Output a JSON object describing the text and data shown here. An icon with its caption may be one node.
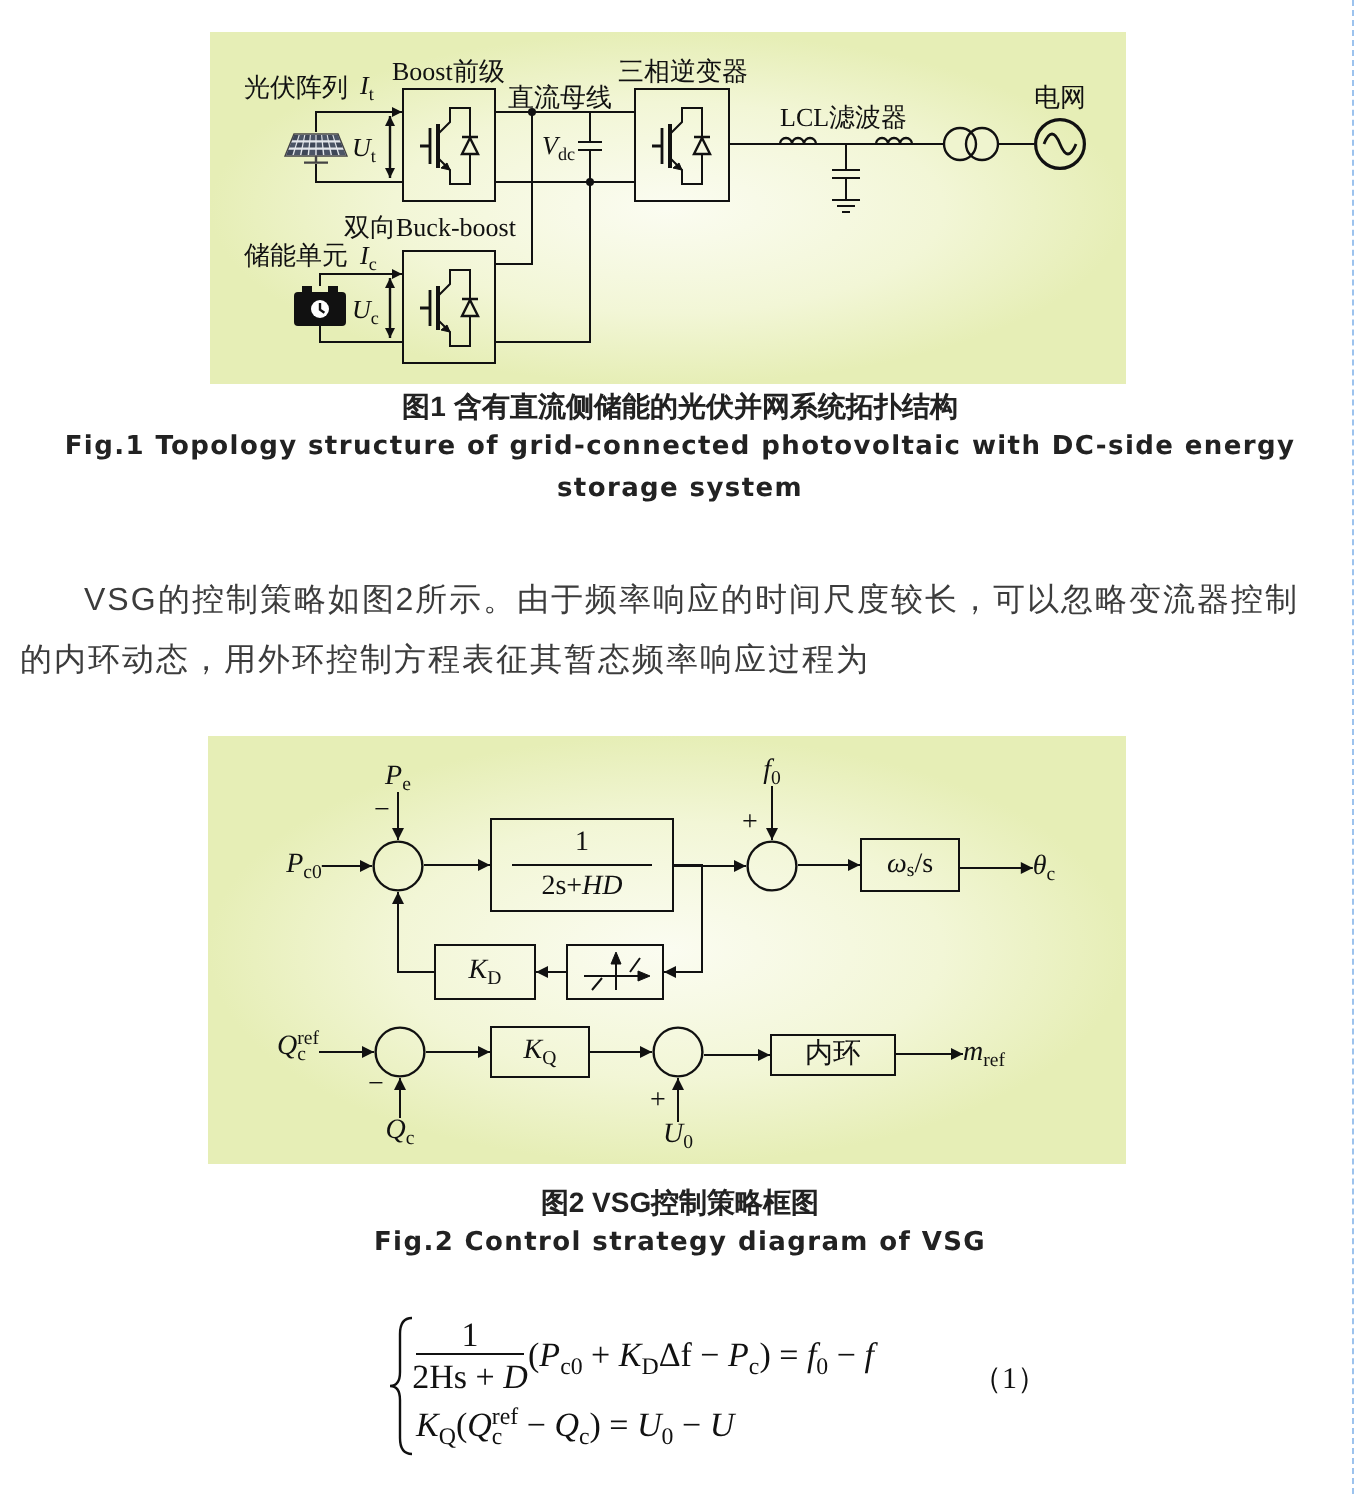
{
  "diagram": {
    "nodes": [
      {
        "text": [],
        "shape": "picture",
        "beside": [
          "光伏阵列"
        ]
      },
      {
        "text": [
          "Boost前级"
        ]
      },
      {
        "text": [
          "三相逆变器"
        ]
      },
      {
        "text": [],
        "shape": "circle",
        "beside": [
          "电网"
        ]
      },
      {
        "text": [
          "双向Buck-boost"
        ]
      },
      {
        "text": [],
        "shape": "picture",
        "beside": [
          "储能单元"
        ]
      },
      {
        "text": [
          "*P*$_{e}$"
        ]
      },
      {
        "text": [
          "*f*$_{0}$"
        ]
      },
      {
        "text": [
          "*P*$_{c0}$"
        ]
      },
      {
        "text": [],
        "shape": "circle",
        "beside": [
          "−"
        ]
      },
      {
        "text": [
          "1",
          "2s+*HD*"
        ]
      },
      {
        "text": [],
        "shape": "circle",
        "beside": [
          "+"
        ]
      },
      {
        "text": [
          "*ω*$_{s}$/s"
        ]
      },
      {
        "text": [
          "*θ*$_{c}$"
        ]
      },
      {
        "text": [
          "*K*$_{D}$"
        ]
      },
      {
        "text": [],
        "shape": "box"
      },
      {
        "text": [
          "*Q*$_{c}$$^{ref}$"
        ]
      },
      {
        "text": [],
        "shape": "circle",
        "beside": [
          "−"
        ]
      },
      {
        "text": [
          "*K*$_{Q}$"
        ]
      },
      {
        "text": [],
        "shape": "circle",
        "beside": [
          "+"
        ]
      },
      {
        "text": [
          "内环"
        ]
      },
      {
        "text": [
          "*m*$_{ref}$"
        ]
      },
      {
        "text": [
          "*Q*$_{c}$"
        ]
      },
      {
        "text": [
          "*U*$_{0}$"
        ]
      }
    ],
    "edges": [
      {
        "from": 0,
        "to": 1,
        "arrow": "to"
      },
      {
        "from": 0,
        "to": 1,
        "arrow": "none"
      },
      {
        "from": 5,
        "to": 4,
        "arrow": "to"
      },
      {
        "from": 5,
        "to": 4,
        "arrow": "none"
      },
      {
        "from": 1,
        "to": 2,
        "arrow": "none"
      },
      {
        "from": 1,
        "to": 2,
        "arrow": "none"
      },
      {
        "from": 4,
        "to": 2,
        "arrow": "none"
      },
      {
        "from": 4,
        "to": 2,
        "arrow": "none"
      },
      {
        "from": 2,
        "to": 3,
        "arrow": "none"
      },
      {
        "from": 8,
        "to": 9,
        "arrow": "to"
      },
      {
        "from": 6,
        "to": 9,
        "arrow": "to"
      },
      {
        "from": 9,
        "to": 10,
        "arrow": "to"
      },
      {
        "from": 10,
        "to": 11,
        "arrow": "to"
      },
      {
        "from": 10,
        "to": 15,
        "arrow": "to"
      },
      {
        "from": 7,
        "to": 11,
        "arrow": "to"
      },
      {
        "from": 11,
        "to": 12,
        "arrow": "to"
      },
      {
        "from": 12,
        "to": 13,
        "arrow": "to"
      },
      {
        "from": 15,
        "to": 14,
        "arrow": "to"
      },
      {
        "from": 14,
        "to": 9,
        "arrow": "to"
      },
      {
        "from": 16,
        "to": 17,
        "arrow": "to"
      },
      {
        "from": 22,
        "to": 17,
        "arrow": "to"
      },
      {
        "from": 17,
        "to": 18,
        "arrow": "to"
      },
      {
        "from": 18,
        "to": 19,
        "arrow": "to"
      },
      {
        "from": 23,
        "to": 19,
        "arrow": "to"
      },
      {
        "from": 19,
        "to": 20,
        "arrow": "to"
      },
      {
        "from": 20,
        "to": 21,
        "arrow": "to"
      }
    ],
    "labels": [
      "*I*$_{t}$",
      "直流母线",
      "LCL滤波器",
      "*U*$_{t}$",
      "*V*$_{dc}$",
      "*I*$_{c}$",
      "*U*$_{c}$",
      "图1 含有直流侧储能的光伏并网系统拓扑结构",
      "Fig.1 Topology structure of grid-connected photovoltaic with DC-side energy storage system",
      "VSG的控制策略如图2所示。由于频率响应的时间尺度较长，可以忽略变流器控制的内环动态，用外环控制方程表征其暂态频率响应过程为",
      "图2 VSG控制策略框图",
      "Fig.2 Control strategy diagram of VSG",
      "1",
      "2Hs + *D*",
      "(*P*$_{c0}$ + *K*$_{D}$Δf − *P*$_{c}$) = *f*$_{0}$ − *f*",
      "*K*$_{Q}$(*Q*$_{c}$$^{ref}$ − *Q*$_{c}$) = *U*$_{0}$ − *U*",
      "（1）"
    ]
  }
}
